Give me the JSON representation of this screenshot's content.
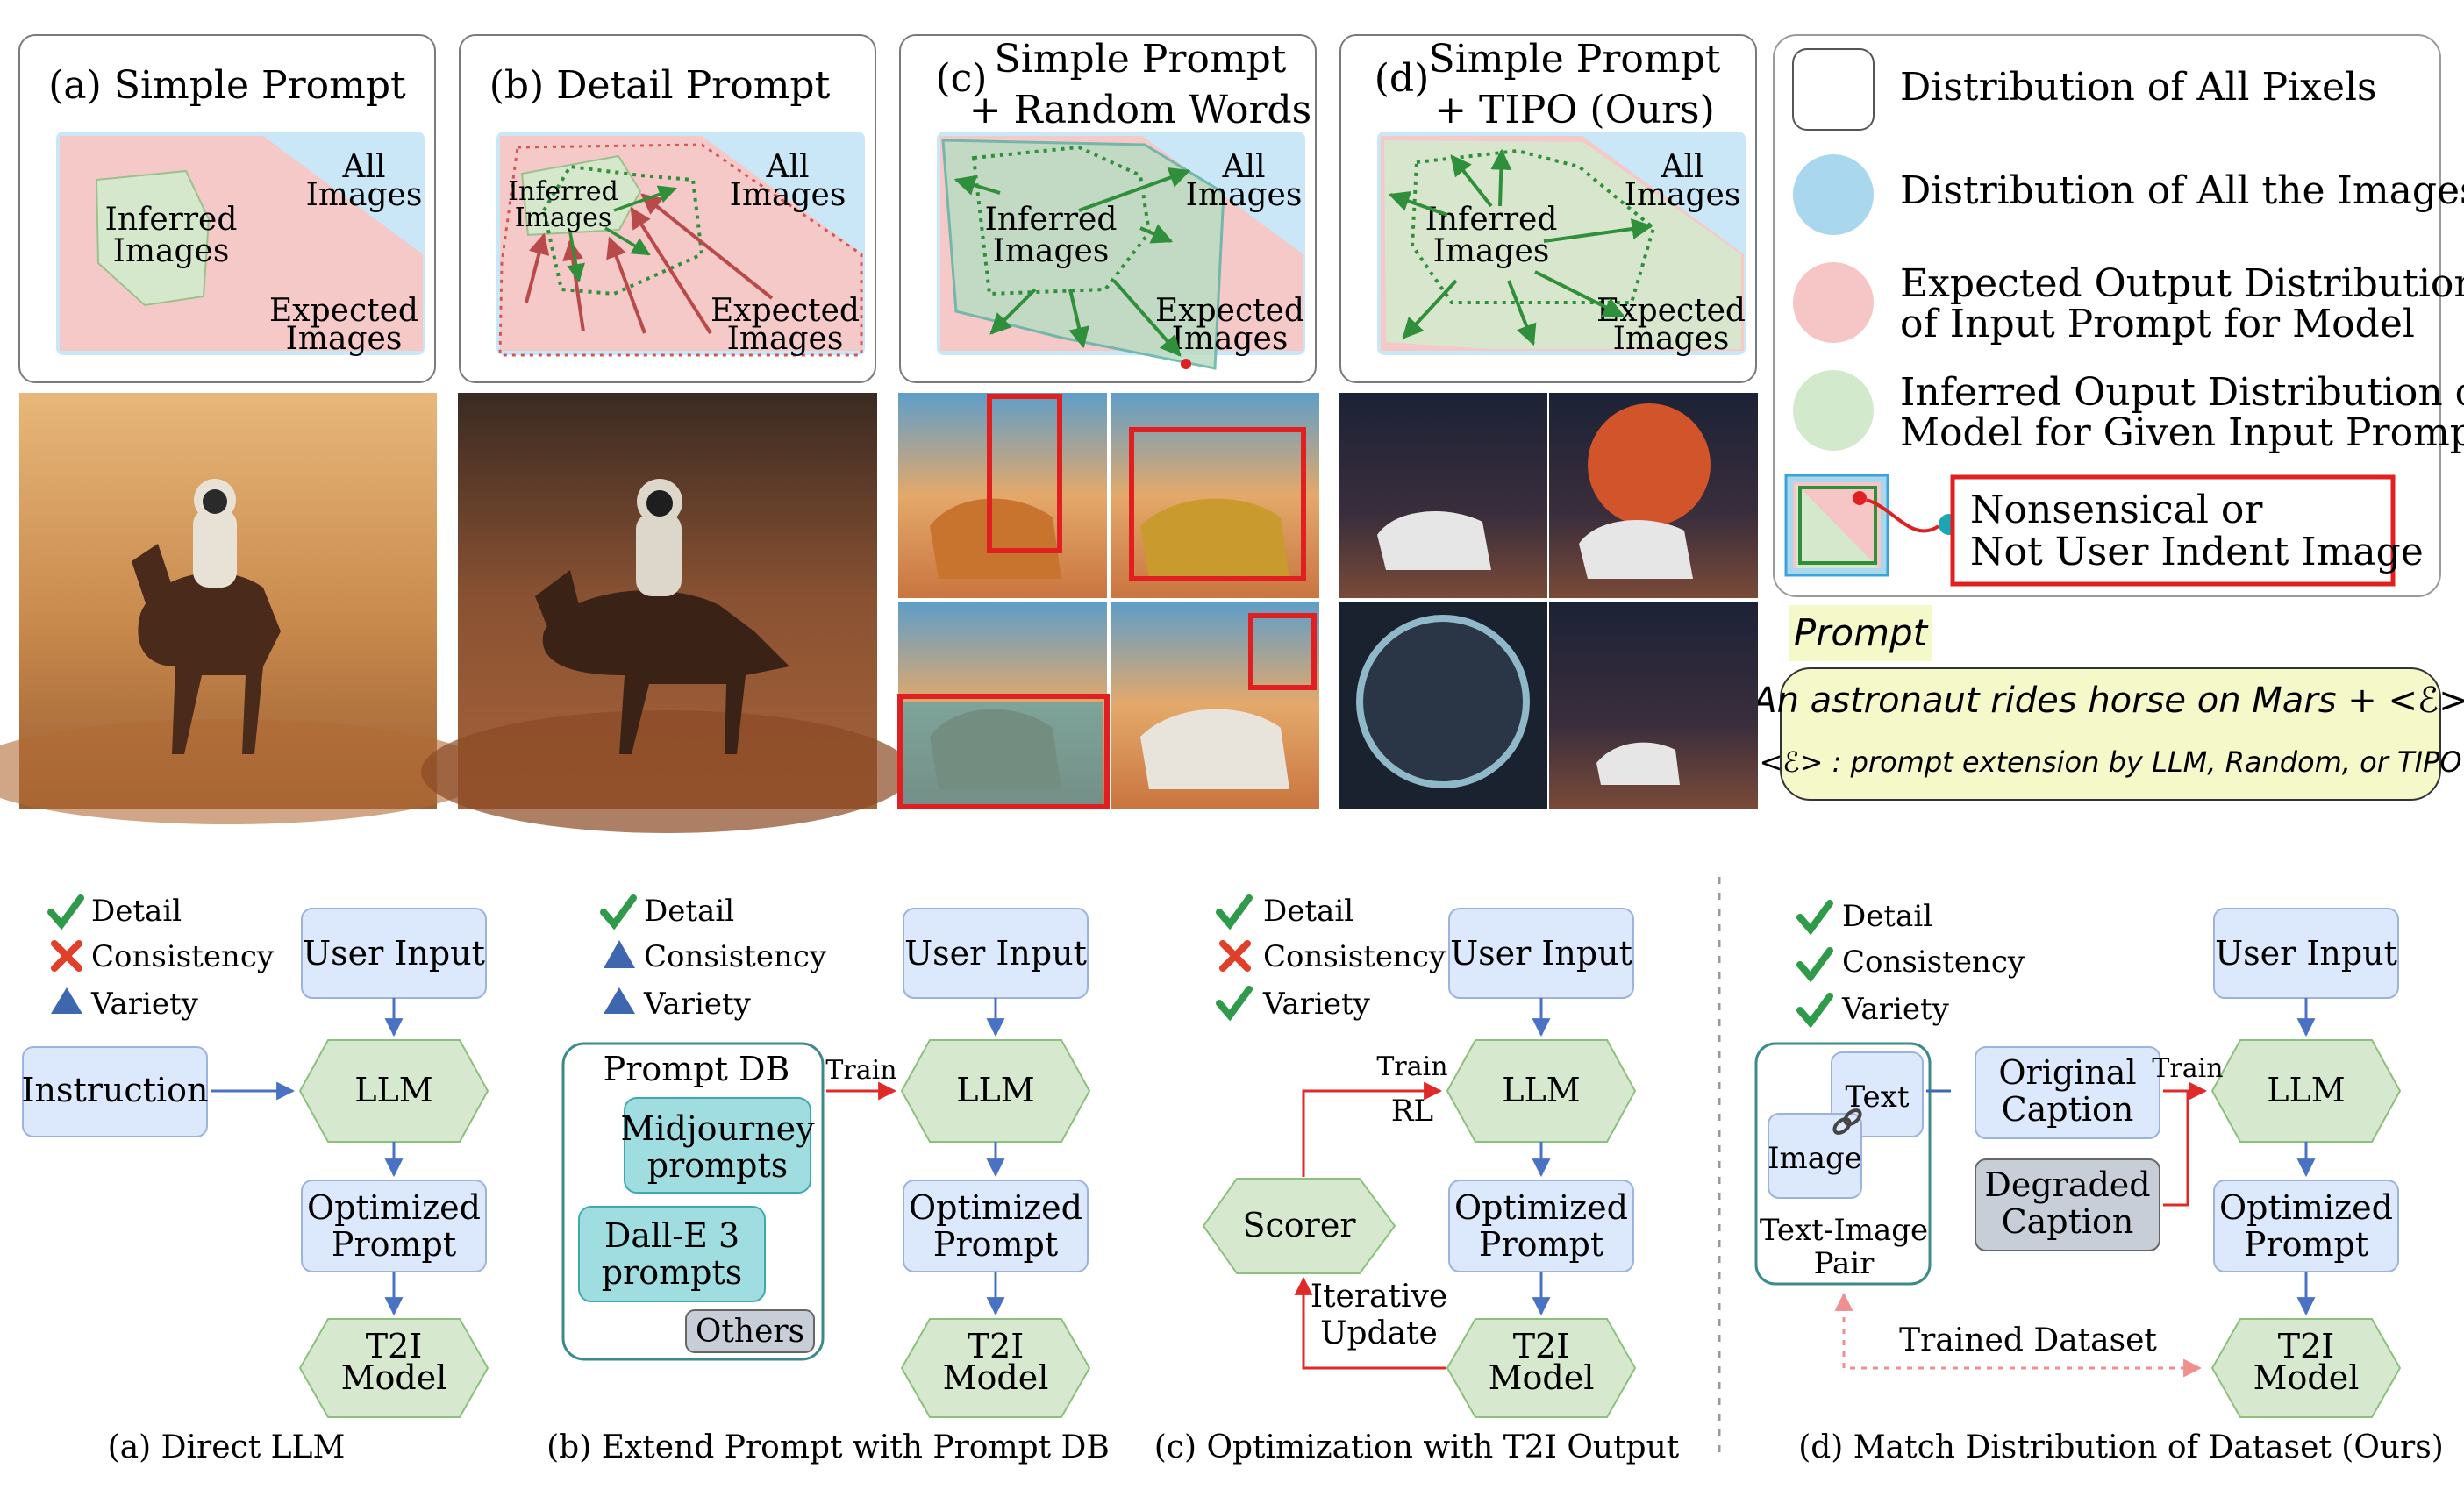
{
  "panels": [
    {
      "label": "(a) Simple Prompt",
      "all_images": [
        "All",
        "Images"
      ],
      "inferred": [
        "Inferred",
        "Images"
      ],
      "expected": [
        "Expected",
        "Images"
      ]
    },
    {
      "label": "(b) Detail Prompt",
      "all_images": [
        "All",
        "Images"
      ],
      "inferred": [
        "Inferred",
        "Images"
      ],
      "expected": [
        "Expected",
        "Images"
      ]
    },
    {
      "label": [
        "Simple Prompt",
        "+ Random Words"
      ],
      "tag": "(c)",
      "all_images": [
        "All",
        "Images"
      ],
      "inferred": [
        "Inferred",
        "Images"
      ],
      "expected": [
        "Expected",
        "Images"
      ]
    },
    {
      "label": [
        "Simple Prompt",
        "+ TIPO (Ours)"
      ],
      "tag": "(d)",
      "all_images": [
        "All",
        "Images"
      ],
      "inferred": [
        "Inferred",
        "Images"
      ],
      "expected": [
        "Expected",
        "Images"
      ]
    }
  ],
  "legend": [
    {
      "text": [
        "Distribution of All Pixels"
      ],
      "color": "#ffffff"
    },
    {
      "text": [
        "Distribution of All the Images"
      ],
      "color": "#a9d8ee"
    },
    {
      "text": [
        "Expected Output Distribution",
        "of Input Prompt for Model"
      ],
      "color": "#f6c6c6"
    },
    {
      "text": [
        "Inferred Ouput Distribution of",
        "Model for Given Input Prompt"
      ],
      "color": "#d3e9cc"
    },
    {
      "text": [
        "Nonsensical or",
        "Not User Indent Image"
      ],
      "color": "#e02020"
    }
  ],
  "prompt": {
    "title": "Prompt",
    "main": "An astronaut rides horse on Mars + <ℰ>",
    "note": "<ℰ> : prompt extension by LLM, Random, or TIPO"
  },
  "methods": {
    "a": {
      "checks": [
        {
          "mark": "check",
          "text": "Detail"
        },
        {
          "mark": "cross",
          "text": "Consistency"
        },
        {
          "mark": "tri",
          "text": "Variety"
        }
      ],
      "instruction": "Instruction",
      "user_input": "User Input",
      "llm": "LLM",
      "optimized": [
        "Optimized",
        "Prompt"
      ],
      "t2i": [
        "T2I",
        "Model"
      ],
      "caption": "(a) Direct LLM"
    },
    "b": {
      "checks": [
        {
          "mark": "check",
          "text": "Detail"
        },
        {
          "mark": "tri",
          "text": "Consistency"
        },
        {
          "mark": "tri",
          "text": "Variety"
        }
      ],
      "db_title": "Prompt DB",
      "db_items": [
        [
          "Midjourney",
          "prompts"
        ],
        [
          "Dall-E 3",
          "prompts"
        ]
      ],
      "db_others": "Others",
      "train": "Train",
      "user_input": "User Input",
      "llm": "LLM",
      "optimized": [
        "Optimized",
        "Prompt"
      ],
      "t2i": [
        "T2I",
        "Model"
      ],
      "caption": "(b) Extend Prompt with Prompt DB"
    },
    "c": {
      "checks": [
        {
          "mark": "check",
          "text": "Detail"
        },
        {
          "mark": "cross",
          "text": "Consistency"
        },
        {
          "mark": "check",
          "text": "Variety"
        }
      ],
      "train": "Train",
      "rl": "RL",
      "scorer": "Scorer",
      "iterative": [
        "Iterative",
        "Update"
      ],
      "user_input": "User Input",
      "llm": "LLM",
      "optimized": [
        "Optimized",
        "Prompt"
      ],
      "t2i": [
        "T2I",
        "Model"
      ],
      "caption": "(c) Optimization with T2I Output"
    },
    "d": {
      "checks": [
        {
          "mark": "check",
          "text": "Detail"
        },
        {
          "mark": "check",
          "text": "Consistency"
        },
        {
          "mark": "check",
          "text": "Variety"
        }
      ],
      "text_card": "Text",
      "image_card": "Image",
      "pair": [
        "Text-Image",
        "Pair"
      ],
      "original": [
        "Original",
        "Caption"
      ],
      "degraded": [
        "Degraded",
        "Caption"
      ],
      "train": "Train",
      "trained_dataset": "Trained Dataset",
      "user_input": "User Input",
      "llm": "LLM",
      "optimized": [
        "Optimized",
        "Prompt"
      ],
      "t2i": [
        "T2I",
        "Model"
      ],
      "caption": "(d) Match Distribution of Dataset (Ours)"
    }
  },
  "colors": {
    "blue_box": "#dce8fb",
    "blue_border": "#7f9fd6",
    "green_hex": "#d6e9cf",
    "green_border": "#8dbf7e",
    "teal_box": "#9fdde0",
    "gray_box": "#c8ced8",
    "red": "#e02a2a",
    "arrow_blue": "#4a72c4",
    "check": "#2e9a4a",
    "cross": "#e0402a",
    "tri": "#3f67b0",
    "prompt_bg": "#f5f8c8"
  }
}
